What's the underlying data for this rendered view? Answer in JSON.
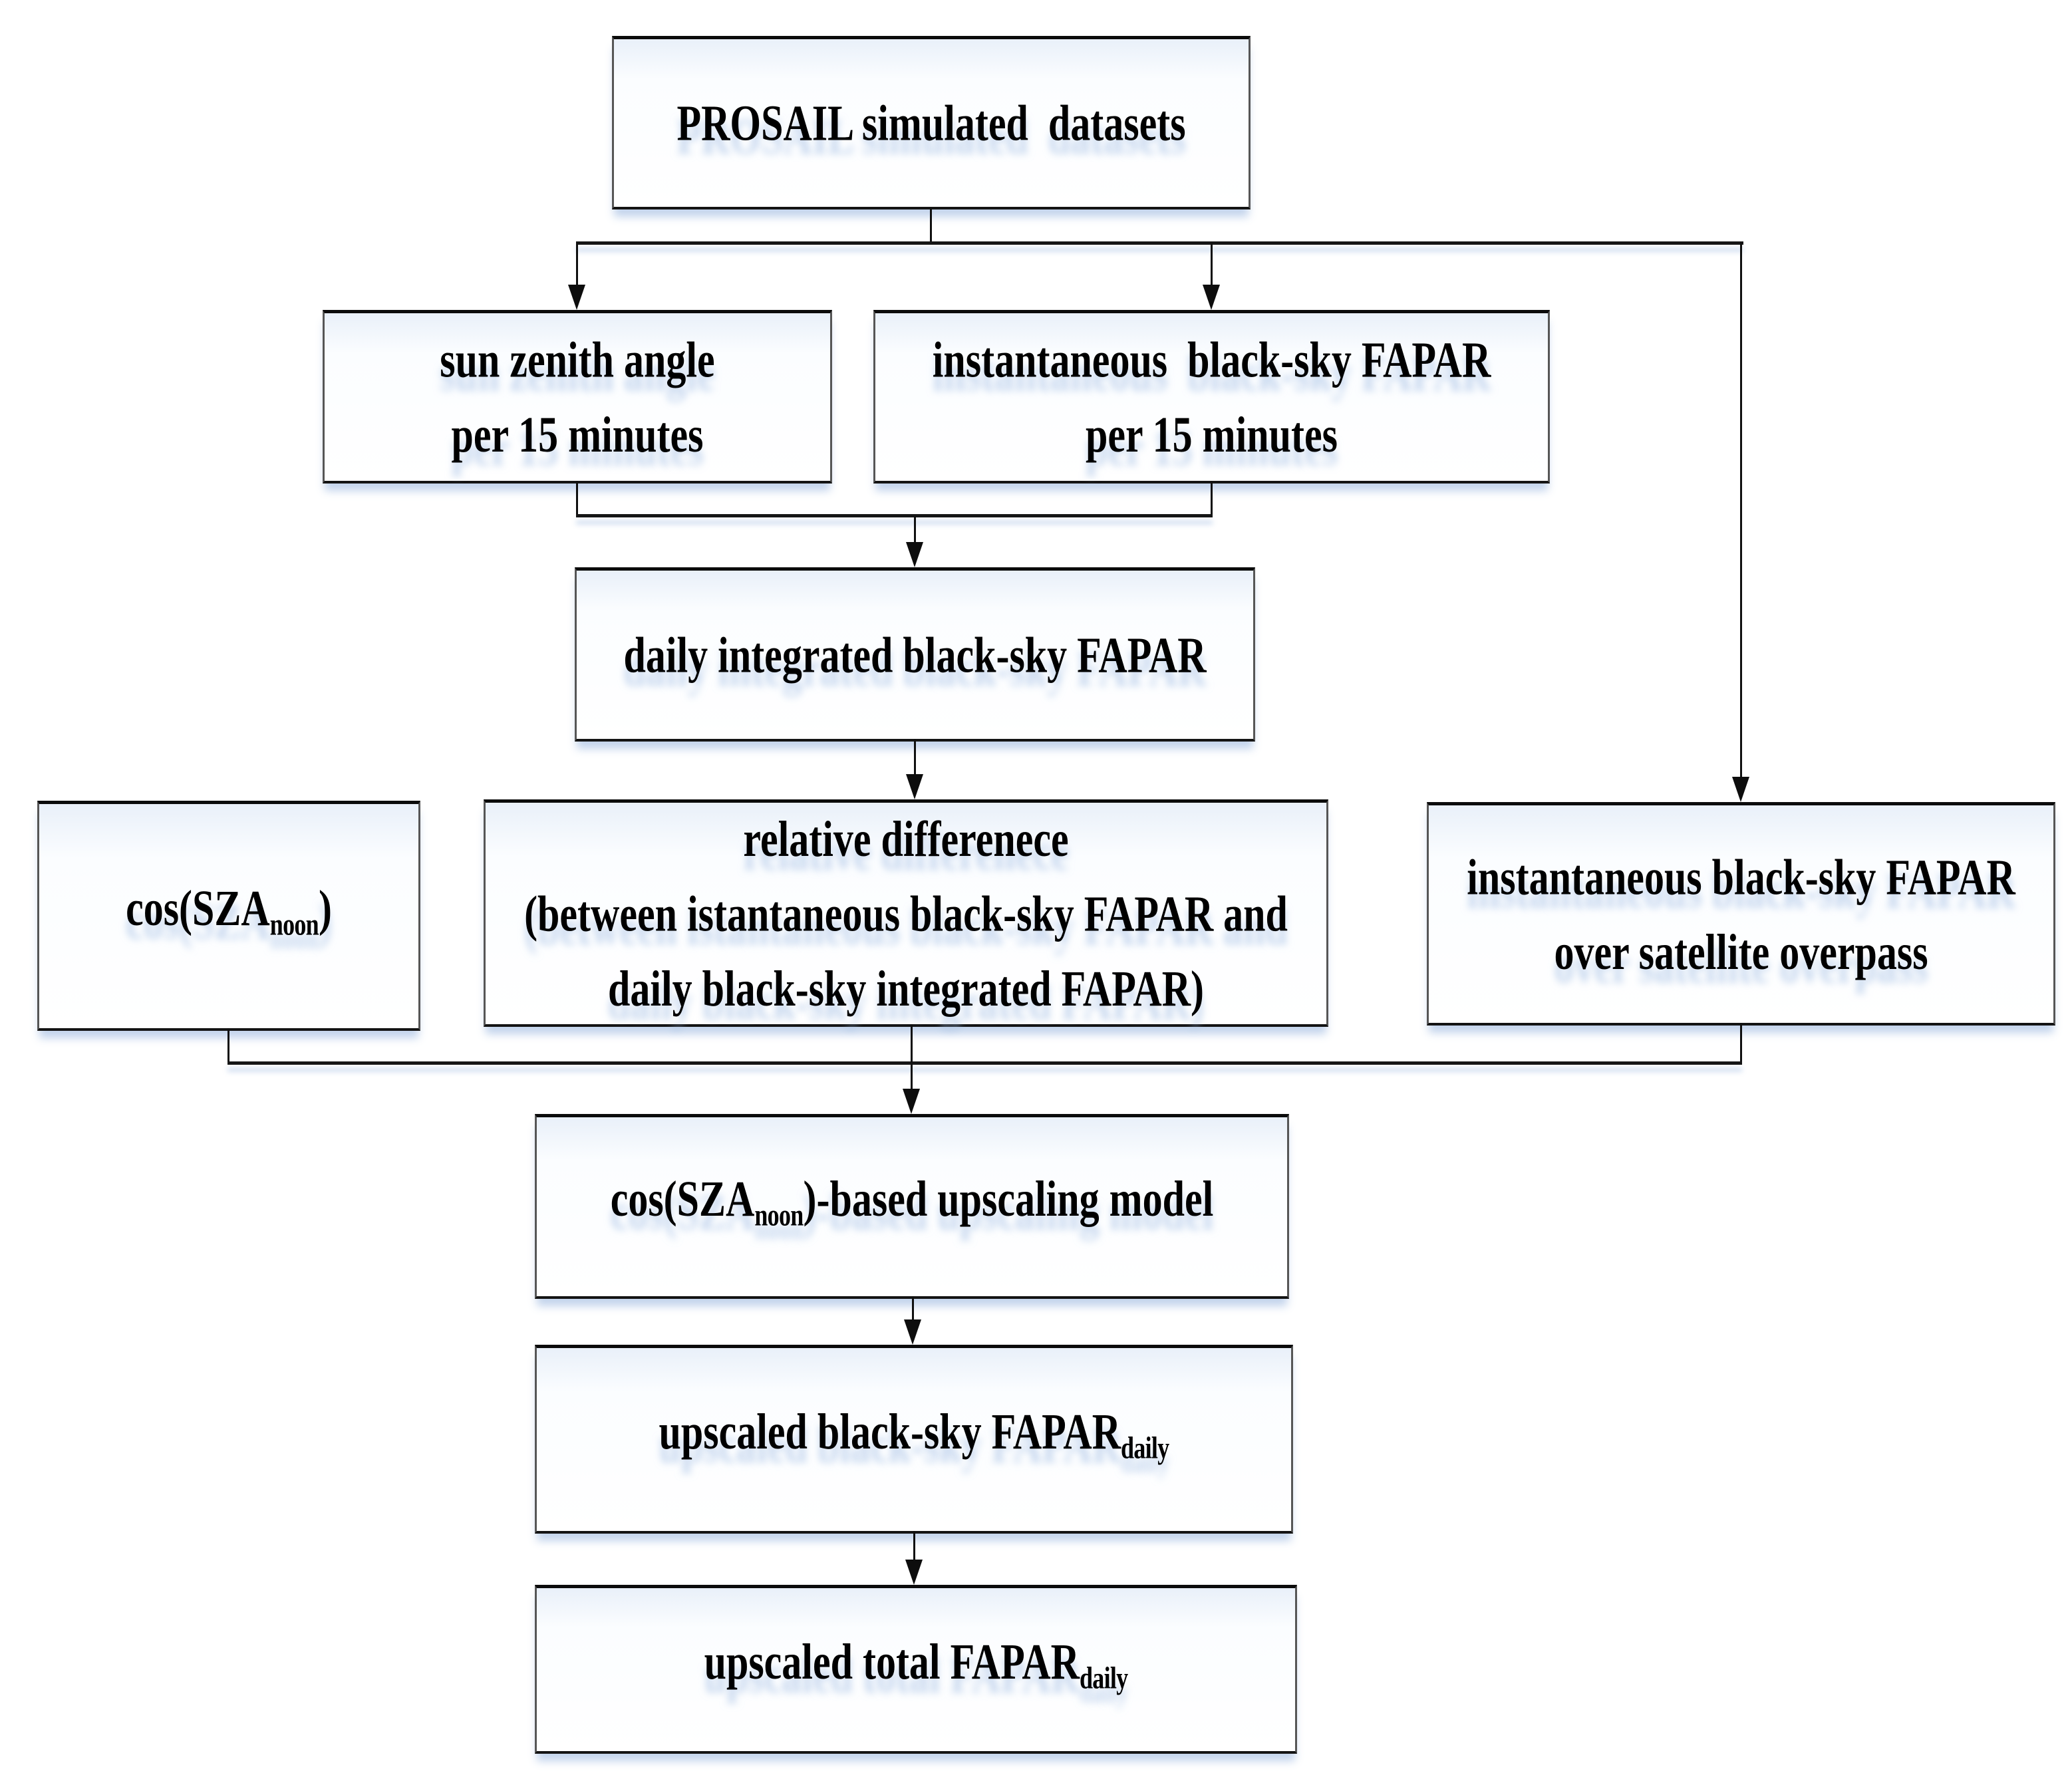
{
  "diagram_type": "flowchart",
  "colors": {
    "background": "#ffffff",
    "box_border": "#3a3a3a",
    "box_tint_top": "#e9f0f9",
    "line": "#101010",
    "text": "#000000",
    "shadow": "#b8cce9"
  },
  "nodes": {
    "prosail": {
      "lines": [
        [
          [
            "PROSAIL simulated  datasets",
            false
          ]
        ]
      ]
    },
    "sun_zenith": {
      "lines": [
        [
          [
            "sun zenith angle",
            false
          ]
        ],
        [
          [
            "per 15 minutes",
            false
          ]
        ]
      ]
    },
    "instantaneous_15min": {
      "lines": [
        [
          [
            "instantaneous  black-sky FAPAR",
            false
          ]
        ],
        [
          [
            "per 15 minutes",
            false
          ]
        ]
      ]
    },
    "daily_integrated": {
      "lines": [
        [
          [
            "daily integrated black-sky FAPAR",
            false
          ]
        ]
      ]
    },
    "cos_sza_noon": {
      "lines": [
        [
          [
            "cos(SZA",
            false
          ],
          [
            "noon",
            true
          ],
          [
            ")",
            false
          ]
        ]
      ]
    },
    "relative_difference": {
      "lines": [
        [
          [
            "relative differenece",
            false
          ]
        ],
        [
          [
            "(between istantaneous black-sky FAPAR and",
            false
          ]
        ],
        [
          [
            "daily black-sky integrated FAPAR)",
            false
          ]
        ]
      ]
    },
    "satellite_overpass": {
      "lines": [
        [
          [
            "instantaneous black-sky FAPAR",
            false
          ]
        ],
        [
          [
            "over satellite overpass",
            false
          ]
        ]
      ]
    },
    "upscaling_model": {
      "lines": [
        [
          [
            "cos(SZA",
            false
          ],
          [
            "noon",
            true
          ],
          [
            ")-based upscaling model",
            false
          ]
        ]
      ]
    },
    "upscaled_blacksky_daily": {
      "lines": [
        [
          [
            "upscaled black-sky FAPAR",
            false
          ],
          [
            "daily",
            true
          ]
        ]
      ]
    },
    "upscaled_total_daily": {
      "lines": [
        [
          [
            "upscaled total FAPAR",
            false
          ],
          [
            "daily",
            true
          ]
        ]
      ]
    }
  },
  "edges": [
    {
      "from": "prosail",
      "to": "sun_zenith"
    },
    {
      "from": "prosail",
      "to": "instantaneous_15min"
    },
    {
      "from": "prosail",
      "to": "satellite_overpass"
    },
    {
      "from": "sun_zenith",
      "to": "daily_integrated"
    },
    {
      "from": "instantaneous_15min",
      "to": "daily_integrated"
    },
    {
      "from": "daily_integrated",
      "to": "relative_difference"
    },
    {
      "from": "cos_sza_noon",
      "to": "upscaling_model"
    },
    {
      "from": "relative_difference",
      "to": "upscaling_model"
    },
    {
      "from": "satellite_overpass",
      "to": "upscaling_model"
    },
    {
      "from": "upscaling_model",
      "to": "upscaled_blacksky_daily"
    },
    {
      "from": "upscaled_blacksky_daily",
      "to": "upscaled_total_daily"
    }
  ]
}
